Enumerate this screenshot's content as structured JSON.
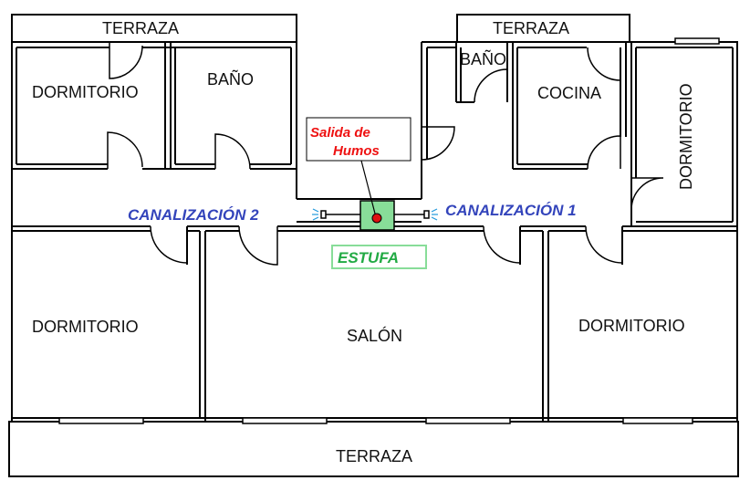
{
  "rooms": {
    "terraza_top_left": "TERRAZA",
    "dormitorio_top_left": "DORMITORIO",
    "bano_left": "BAÑO",
    "terraza_top_center": "TERRAZA",
    "bano_center": "BAÑO",
    "cocina": "COCINA",
    "dormitorio_right_vertical": "DORMITORIO",
    "dormitorio_bottom_left": "DORMITORIO",
    "salon": "SALÓN",
    "dormitorio_bottom_right": "DORMITORIO",
    "terraza_bottom": "TERRAZA"
  },
  "labels": {
    "canalizacion_1": "CANALIZACIÓN 1",
    "canalizacion_2": "CANALIZACIÓN 2",
    "salida_line1": "Salida de",
    "salida_line2": "Humos",
    "estufa": "ESTUFA"
  },
  "colors": {
    "walls": "#000000",
    "canalizacion": "#3344bb",
    "estufa_box": "#88dd99",
    "estufa_text": "#22aa44",
    "salida_text": "#ee1111",
    "outlet_dot": "#dd1111"
  }
}
